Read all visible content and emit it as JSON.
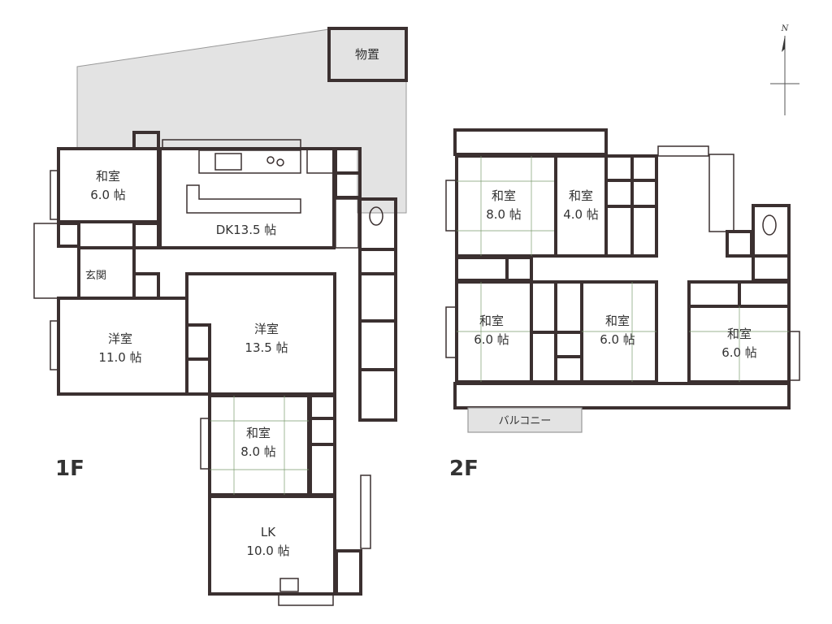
{
  "colors": {
    "washitsu": "#cfe4b8",
    "yoshitsu": "#fbf6c6",
    "storage": "#f6ddd0",
    "wet": "#cde4f2",
    "yard": "#e3e3e3",
    "wall": "#3b3030",
    "tile": "#c8c8c8"
  },
  "compass": {
    "north": "N"
  },
  "floors": {
    "first": {
      "label": "1F"
    },
    "second": {
      "label": "2F"
    }
  },
  "rooms_1f": {
    "shed": {
      "name": "物置"
    },
    "washitsu_a": {
      "name": "和室",
      "size": "6.0 帖"
    },
    "dk": {
      "name": "DK13.5 帖"
    },
    "genkan": {
      "name": "玄関"
    },
    "yoshitsu_a": {
      "name": "洋室",
      "size": "11.0 帖"
    },
    "yoshitsu_b": {
      "name": "洋室",
      "size": "13.5 帖"
    },
    "washitsu_b": {
      "name": "和室",
      "size": "8.0 帖"
    },
    "lk": {
      "name": "LK",
      "size": "10.0 帖"
    }
  },
  "rooms_2f": {
    "washitsu_a": {
      "name": "和室",
      "size": "8.0 帖"
    },
    "washitsu_b": {
      "name": "和室",
      "size": "4.0 帖"
    },
    "washitsu_c": {
      "name": "和室",
      "size": "6.0 帖"
    },
    "washitsu_d": {
      "name": "和室",
      "size": "6.0 帖"
    },
    "washitsu_e": {
      "name": "和室",
      "size": "6.0 帖"
    },
    "balcony": {
      "name": "バルコニー"
    }
  }
}
